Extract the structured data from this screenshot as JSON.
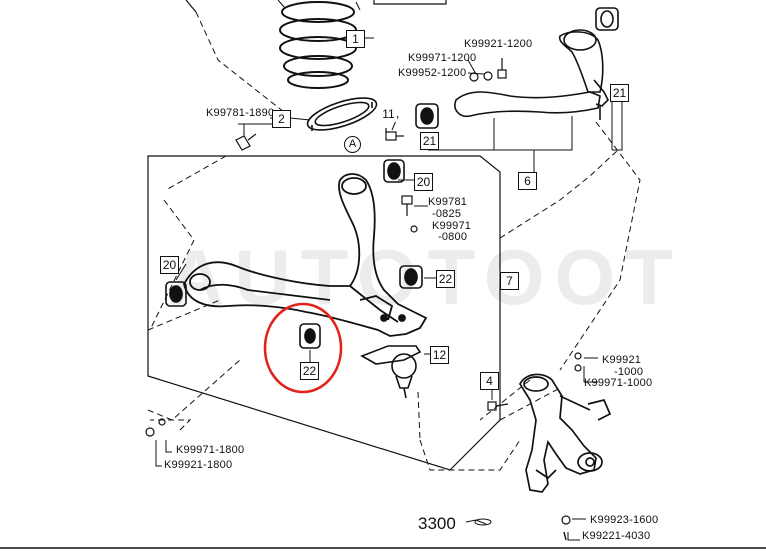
{
  "watermark": "AUTOTOOT",
  "diagram_number": "3300",
  "accent_color": "#e0231b",
  "part_numbers": {
    "k99921_1200": "K99921-1200",
    "k99971_1200": "K99971-1200",
    "k99952_1200": "K99952-1200",
    "k99781_1890": "K99781-1890",
    "k99781_0825_a": "K99781",
    "k99781_0825_b": "-0825",
    "k99971_0800_a": "K99971",
    "k99971_0800_b": "-0800",
    "k99921_1000_a": "K99921",
    "k99921_1000_b": "-1000",
    "k99971_1000": "K99971-1000",
    "k99971_1800": "K99971-1800",
    "k99921_1800": "K99921-1800",
    "k99923_1600": "K99923-1600",
    "k99221_4030": "K99221-4030"
  },
  "callouts": {
    "c1": "1",
    "c2": "2",
    "c11": "11",
    "cA": "A",
    "c21_top": "21",
    "c21_mid": "21",
    "c6": "6",
    "c20_right": "20",
    "c20_left": "20",
    "c22_right": "22",
    "c22_circled": "22",
    "c7": "7",
    "c12": "12",
    "c4": "4"
  }
}
